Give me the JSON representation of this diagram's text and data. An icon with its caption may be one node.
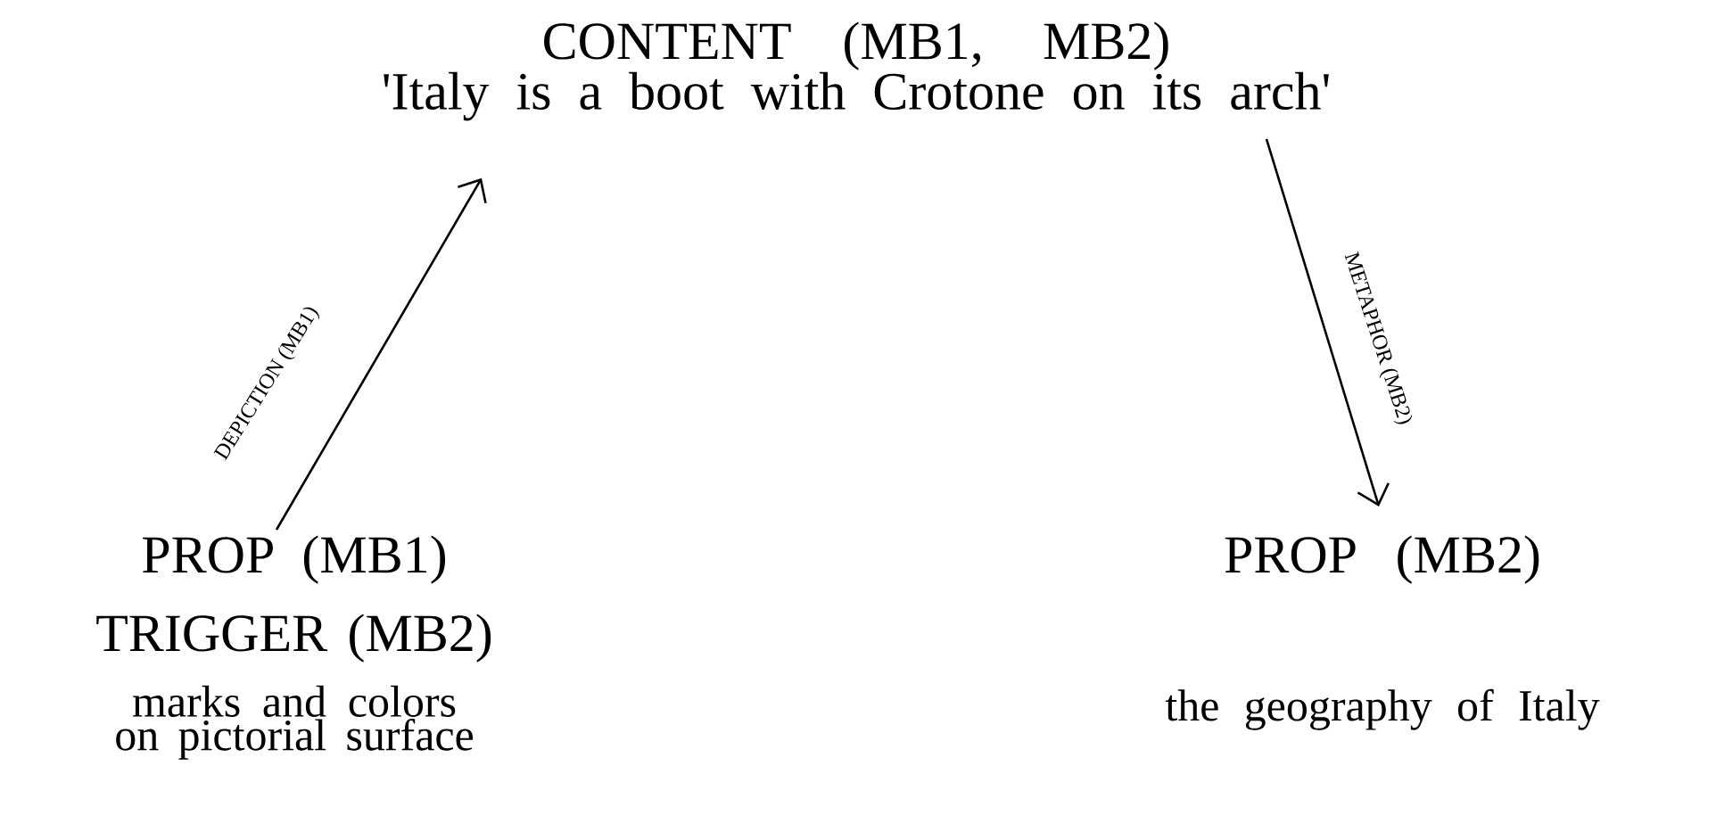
{
  "diagram": {
    "nodes": [
      {
        "text": [
          "CONTENT (MB1, MB2)",
          "'Italy is a boot with Crotone on its arch'"
        ]
      },
      {
        "text": [
          "PROP (MB1)",
          "TRIGGER (MB2)",
          "marks and colors on pictorial surface"
        ]
      },
      {
        "text": [
          "PROP (MB2)",
          "the geography of Italy"
        ]
      }
    ],
    "edges": [
      {
        "from": 1,
        "to": 0,
        "arrow": "to",
        "label": "DEPICTION (MB1)"
      },
      {
        "from": 0,
        "to": 2,
        "arrow": "to",
        "label": "METAPHOR (MB2)"
      }
    ]
  }
}
